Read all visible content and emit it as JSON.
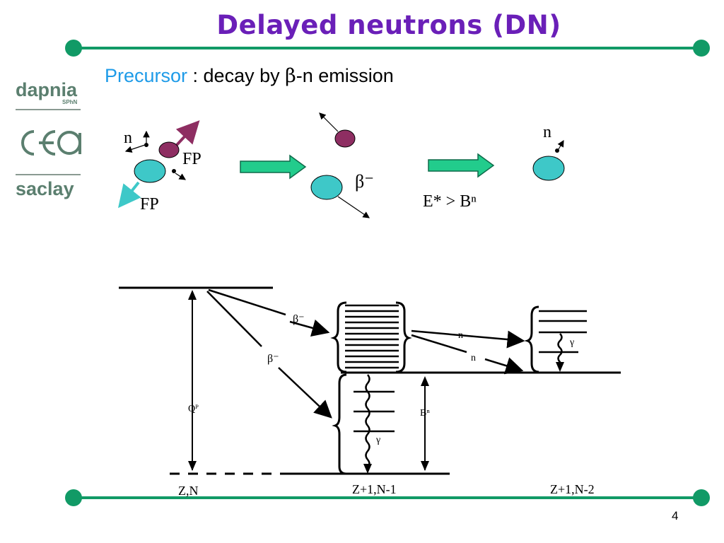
{
  "title": "Delayed neutrons (DN)",
  "subtitle": {
    "accent": "Precursor",
    "rest_prefix": " : decay by ",
    "beta": "β",
    "rest_suffix": "-n emission"
  },
  "logos": {
    "dapnia": "dapnia",
    "sphn": "SPhN",
    "cea": "cea",
    "saclay": "saclay"
  },
  "process": {
    "neutron_label": "n",
    "fp_label_1": "FP",
    "fp_label_2": "FP",
    "beta_minus": "β⁻",
    "condition": "E* > Bⁿ",
    "emitted_neutron": "n"
  },
  "level_scheme": {
    "q_label": "Qᴾ",
    "beta_label_1": "β⁻",
    "beta_label_2": "β⁻",
    "bn_label": "Bⁿ",
    "neutron_label_1": "n",
    "neutron_label_2": "n",
    "gamma_label_1": "γ",
    "gamma_label_2": "γ",
    "nucleus_1": "Z,N",
    "nucleus_2": "Z+1,N-1",
    "nucleus_3": "Z+1,N-2"
  },
  "colors": {
    "title": "#6a1fb8",
    "accent_text": "#1e9be8",
    "rule_green": "#119a66",
    "fp_light": "#3ec8c8",
    "fp_dark": "#8e2e62",
    "arrow_green": "#22cc8c"
  },
  "page_number": "4"
}
